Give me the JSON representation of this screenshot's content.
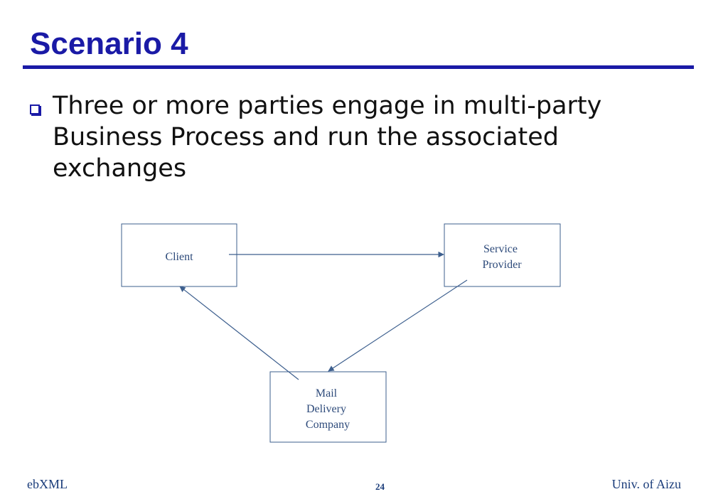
{
  "slide": {
    "title": "Scenario 4",
    "bullet": "Three or more parties engage in multi-party Business Process and run the associated exchanges"
  },
  "diagram": {
    "nodes": {
      "client": [
        "Client"
      ],
      "service_provider": [
        "Service",
        "Provider"
      ],
      "mail_delivery": [
        "Mail",
        "Delivery",
        "Company"
      ]
    },
    "stroke_color": "#3d5f8e"
  },
  "footer": {
    "left": "ebXML",
    "page_number": "24",
    "right": "Univ. of Aizu"
  },
  "colors": {
    "title": "#1a1aa6",
    "footer": "#1a3c7a"
  }
}
